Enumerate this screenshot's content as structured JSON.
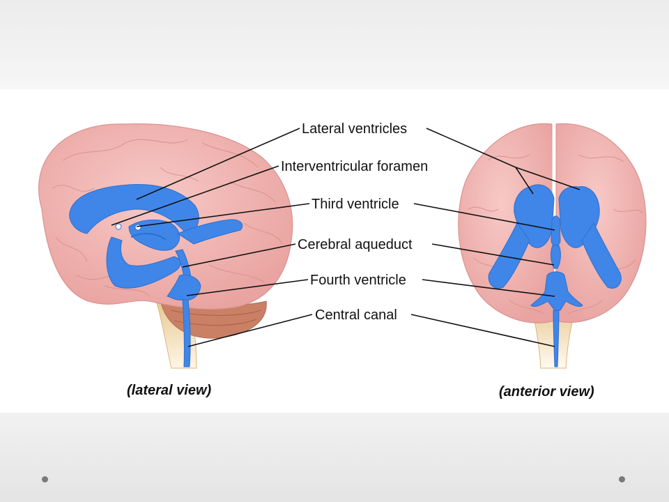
{
  "labels": {
    "lateral_ventricles": "Lateral ventricles",
    "interventricular_foramen": "Interventricular foramen",
    "third_ventricle": "Third ventricle",
    "cerebral_aqueduct": "Cerebral aqueduct",
    "fourth_ventricle": "Fourth ventricle",
    "central_canal": "Central canal"
  },
  "captions": {
    "lateral": "(lateral view)",
    "anterior": "(anterior view)"
  },
  "colors": {
    "brain": "#f2b3b0",
    "ventricles": "#3f86e8",
    "cerebellum": "#c87a5c",
    "brainstem": "#e8c98f"
  }
}
